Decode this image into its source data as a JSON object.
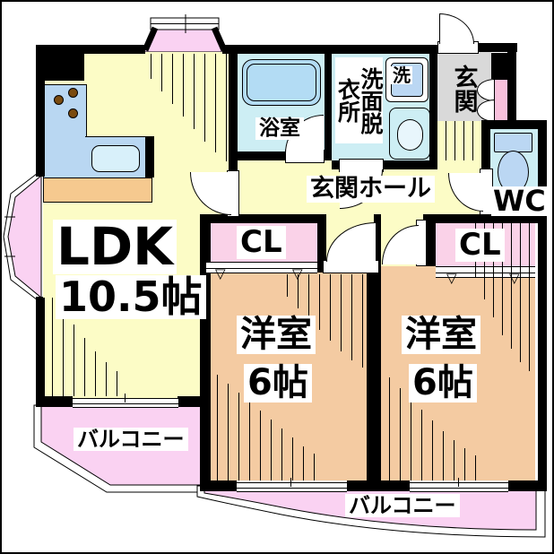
{
  "floorplan": {
    "rooms": {
      "ldk": {
        "name": "LDK",
        "size": "10.5帖"
      },
      "western_left": {
        "name": "洋室",
        "size": "6帖"
      },
      "western_right": {
        "name": "洋室",
        "size": "6帖"
      },
      "bathroom": {
        "name": "浴室"
      },
      "washroom": {
        "name": "洗面脱衣所"
      },
      "washing_machine": {
        "name": "洗"
      },
      "entrance": {
        "name": "玄関"
      },
      "entrance_hall": {
        "name": "玄関ホール"
      },
      "wc": {
        "name": "WC"
      },
      "closet_left": {
        "name": "CL"
      },
      "closet_right": {
        "name": "CL"
      },
      "balcony_left": {
        "name": "バルコニー"
      },
      "balcony_bottom": {
        "name": "バルコニー"
      }
    },
    "colors": {
      "ldk_floor": "#fcfcc6",
      "western_floor": "#f4cba2",
      "balcony": "#fad2f2",
      "closet": "#fad2e8",
      "wet_area": "#cdeef4",
      "bathtub": "#b3dcf4",
      "kitchen_counter": "#b9d7f2",
      "sink": "#d8f0fa",
      "counter_top": "#f6c98f",
      "entrance_floor": "#d9d9d9",
      "shoe_cabinet": "#f8c0dc",
      "fixture_blue": "#bbd7f3",
      "wall": "#000000"
    }
  }
}
